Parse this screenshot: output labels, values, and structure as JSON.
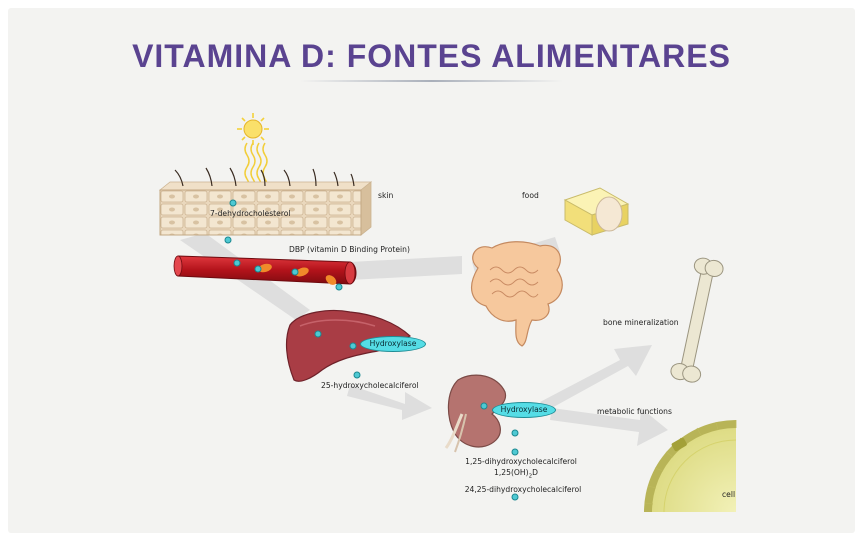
{
  "title": "VITAMINA D: FONTES ALIMENTARES",
  "labels": {
    "seven_dhc": "7-dehydrocholesterol",
    "skin": "skin",
    "food": "food",
    "dbp": "DBP (vitamin D Binding Protein)",
    "hydroxylase_liver": "Hydroxylase",
    "hydroxylase_kidney": "Hydroxylase",
    "calcidiol": "25-hydroxycholecalciferol",
    "bone_mineralization": "bone mineralization",
    "metabolic_functions": "metabolic functions",
    "calcitriol": "1,25-dihydroxycholecalciferol",
    "calcitriol_formula_main": "1,25(OH)",
    "calcitriol_formula_sub": "2",
    "calcitriol_formula_tail": "D",
    "inactive": "24,25-dihydroxycholecalciferol",
    "cell": "cell"
  },
  "colors": {
    "title": "#5a4390",
    "molecule": "#4ec9d3",
    "hydroxylase": "#55dde6",
    "blood_vessel": "#c0141c",
    "liver": "#a93d45",
    "kidney": "#b5736f",
    "bone": "#ece7d2",
    "cell": "#eceb9c",
    "arrow": "#dedede"
  },
  "icons": [
    "sun-icon",
    "skin-icon",
    "blood-vessel-icon",
    "cheese-icon",
    "egg-icon",
    "intestine-icon",
    "liver-icon",
    "kidney-icon",
    "bone-icon",
    "cell-icon"
  ]
}
